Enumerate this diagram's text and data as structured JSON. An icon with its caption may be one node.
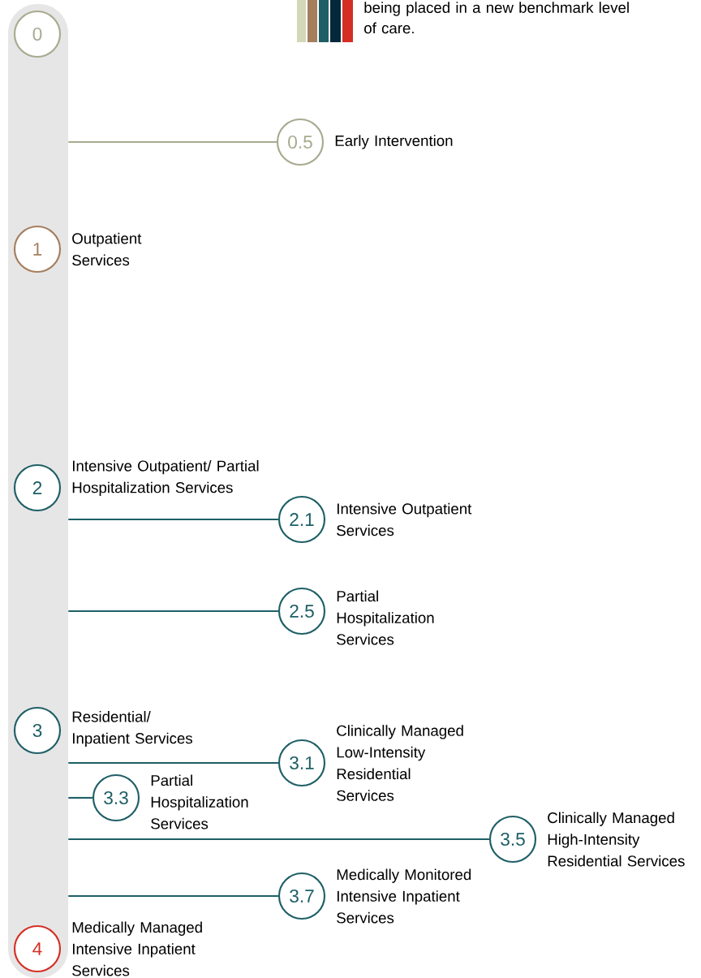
{
  "diagram": {
    "nodes": [
      {
        "text": [],
        "shape": "bar"
      },
      {
        "text": [
          "0"
        ],
        "in": 0
      },
      {
        "text": [
          "0.5"
        ],
        "beside": [
          "Early Intervention"
        ]
      },
      {
        "text": [
          "1"
        ],
        "in": 0,
        "beside": [
          "Outpatient Services"
        ]
      },
      {
        "text": [
          "2"
        ],
        "in": 0,
        "beside": [
          "Intensive Outpatient/ Partial Hospitalization Services"
        ]
      },
      {
        "text": [
          "2.1"
        ],
        "beside": [
          "Intensive Outpatient Services"
        ]
      },
      {
        "text": [
          "2.5"
        ],
        "beside": [
          "Partial Hospitalization Services"
        ]
      },
      {
        "text": [
          "3"
        ],
        "in": 0,
        "beside": [
          "Residential/ Inpatient Services"
        ]
      },
      {
        "text": [
          "3.1"
        ],
        "beside": [
          "Clinically Managed Low-Intensity Residential Services"
        ]
      },
      {
        "text": [
          "3.3"
        ],
        "beside": [
          "Partial Hospitalization Services"
        ]
      },
      {
        "text": [
          "3.5"
        ],
        "beside": [
          "Clinically Managed High-Intensity Residential Services"
        ]
      },
      {
        "text": [
          "3.7"
        ],
        "beside": [
          "Medically Monitored Intensive Inpatient Services"
        ]
      },
      {
        "text": [
          "4"
        ],
        "in": 0,
        "beside": [
          "Medically Managed Intensive Inpatient Services"
        ]
      }
    ],
    "edges": [
      {
        "from": 0,
        "to": 2,
        "arrow": "none",
        "color": "#a8a98f"
      },
      {
        "from": 0,
        "to": 5,
        "arrow": "none"
      },
      {
        "from": 0,
        "to": 6,
        "arrow": "none"
      },
      {
        "from": 0,
        "to": 8,
        "arrow": "none"
      },
      {
        "from": 0,
        "to": 9,
        "arrow": "none"
      },
      {
        "from": 0,
        "to": 10,
        "arrow": "none"
      },
      {
        "from": 0,
        "to": 11,
        "arrow": "none"
      }
    ],
    "labels": [
      "being placed in a new benchmark level of care."
    ]
  }
}
